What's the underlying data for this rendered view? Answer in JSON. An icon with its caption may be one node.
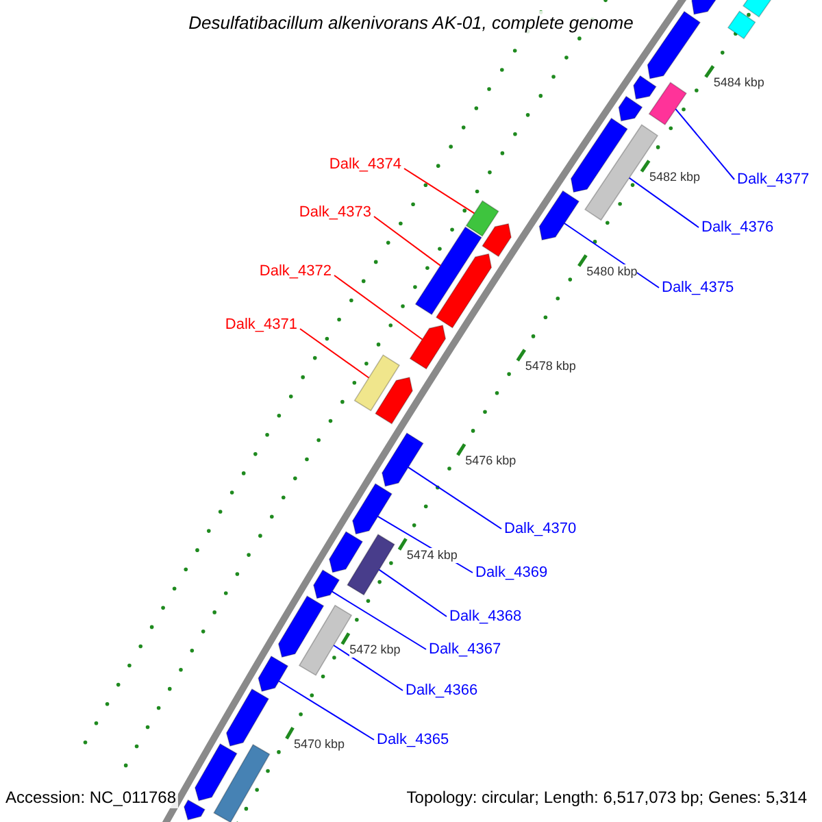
{
  "diagram": {
    "title": "Desulfatibacillum alkenivorans AK-01, complete genome",
    "nodes": [
      {
        "text": [
          "Dalk_4374"
        ]
      },
      {
        "text": [
          "Dalk_4377"
        ]
      },
      {
        "text": [
          "Dalk_4373"
        ]
      },
      {
        "text": [
          "Dalk_4376"
        ]
      },
      {
        "text": [
          "Dalk_4372"
        ]
      },
      {
        "text": [
          "Dalk_4375"
        ]
      },
      {
        "text": [
          "Dalk_4371"
        ]
      },
      {
        "text": [
          "Dalk_4370"
        ]
      },
      {
        "text": [
          "Dalk_4369"
        ]
      },
      {
        "text": [
          "Dalk_4368"
        ]
      },
      {
        "text": [
          "Dalk_4367"
        ]
      },
      {
        "text": [
          "Dalk_4366"
        ]
      },
      {
        "text": [
          "Dalk_4365"
        ]
      },
      {
        "text": [],
        "shape": "bar"
      },
      {
        "text": [],
        "shape": "bar"
      },
      {
        "text": [],
        "shape": "bar"
      },
      {
        "text": [],
        "shape": "bar"
      },
      {
        "text": [],
        "shape": "bar"
      },
      {
        "text": [],
        "shape": "bar"
      },
      {
        "text": [],
        "shape": "bar"
      },
      {
        "text": [],
        "shape": "bar"
      },
      {
        "text": [],
        "shape": "bar"
      },
      {
        "text": [],
        "shape": "bar"
      },
      {
        "text": [],
        "shape": "bar"
      },
      {
        "text": [],
        "shape": "bar"
      },
      {
        "text": [],
        "shape": "bar"
      },
      {
        "text": [],
        "shape": "bar"
      },
      {
        "text": [],
        "shape": "bar"
      },
      {
        "text": [],
        "shape": "bar"
      },
      {
        "text": [],
        "shape": "bar"
      },
      {
        "text": [],
        "shape": "bar"
      },
      {
        "text": [],
        "shape": "bar"
      },
      {
        "text": [],
        "shape": "bar"
      },
      {
        "text": [],
        "shape": "bar"
      },
      {
        "text": [],
        "shape": "bar"
      },
      {
        "text": [],
        "shape": "bar"
      },
      {
        "text": [],
        "shape": "bar"
      },
      {
        "text": [],
        "shape": "bar"
      },
      {
        "text": [],
        "shape": "bar"
      },
      {
        "text": [],
        "shape": "bar"
      },
      {
        "text": [],
        "shape": "bar"
      },
      {
        "text": [],
        "shape": "bar"
      }
    ],
    "edges": [
      {
        "from": 0,
        "to": 13,
        "arrow": "none",
        "color": "#ff0000"
      },
      {
        "from": 1,
        "to": 14,
        "arrow": "none"
      },
      {
        "from": 2,
        "to": 15,
        "arrow": "none",
        "color": "#ff0000"
      },
      {
        "from": 3,
        "to": 16,
        "arrow": "none"
      },
      {
        "from": 4,
        "to": 17,
        "arrow": "none",
        "color": "#ff0000"
      },
      {
        "from": 5,
        "to": 18,
        "arrow": "none"
      },
      {
        "from": 6,
        "to": 19,
        "arrow": "none",
        "color": "#ff0000"
      },
      {
        "from": 7,
        "to": 20,
        "arrow": "none"
      },
      {
        "from": 8,
        "to": 21,
        "arrow": "none"
      },
      {
        "from": 9,
        "to": 22,
        "arrow": "none"
      },
      {
        "from": 10,
        "to": 23,
        "arrow": "none"
      },
      {
        "from": 11,
        "to": 24,
        "arrow": "none"
      },
      {
        "from": 12,
        "to": 25,
        "arrow": "none"
      }
    ],
    "labels": [
      "5484 kbp",
      "5482 kbp",
      "5480 kbp",
      "5478 kbp",
      "5476 kbp",
      "5474 kbp",
      "5472 kbp",
      "5470 kbp",
      "Accession: NC_011768",
      "Topology: circular; Length: 6,517,073 bp; Genes: 5,314"
    ]
  }
}
